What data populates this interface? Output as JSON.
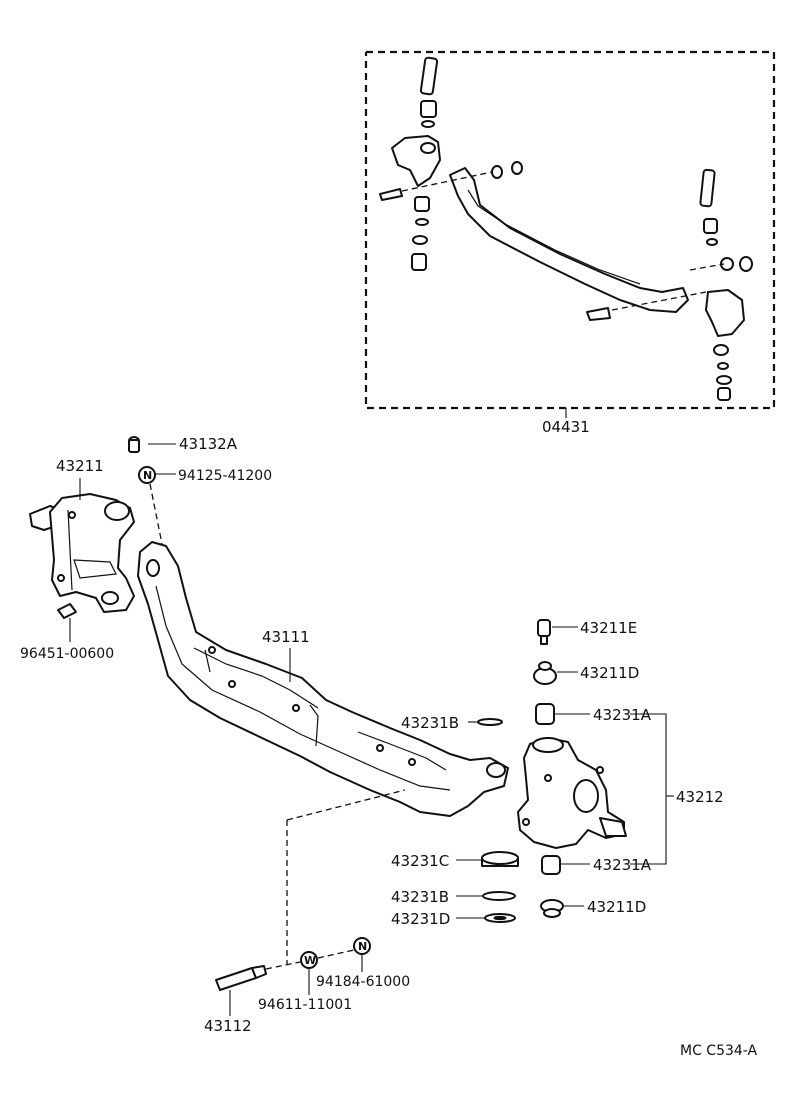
{
  "diagram": {
    "kit_label": "04431",
    "footer_code": "MC  C534-A",
    "parts": {
      "p43132A": "43132A",
      "p94125": "94125-41200",
      "p43211": "43211",
      "p96451": "96451-00600",
      "p43111": "43111",
      "p43211E": "43211E",
      "p43211D_top": "43211D",
      "p43231B_top": "43231B",
      "p43231A_top": "43231A",
      "p43212": "43212",
      "p43231C": "43231C",
      "p43231A_bottom": "43231A",
      "p43231B_bottom": "43231B",
      "p43211D_bottom": "43211D",
      "p43231D": "43231D",
      "p94184": "94184-61000",
      "p94611": "94611-11001",
      "p43112": "43112"
    },
    "symbols": {
      "nut_letter": "N",
      "washer_letter": "W"
    }
  }
}
